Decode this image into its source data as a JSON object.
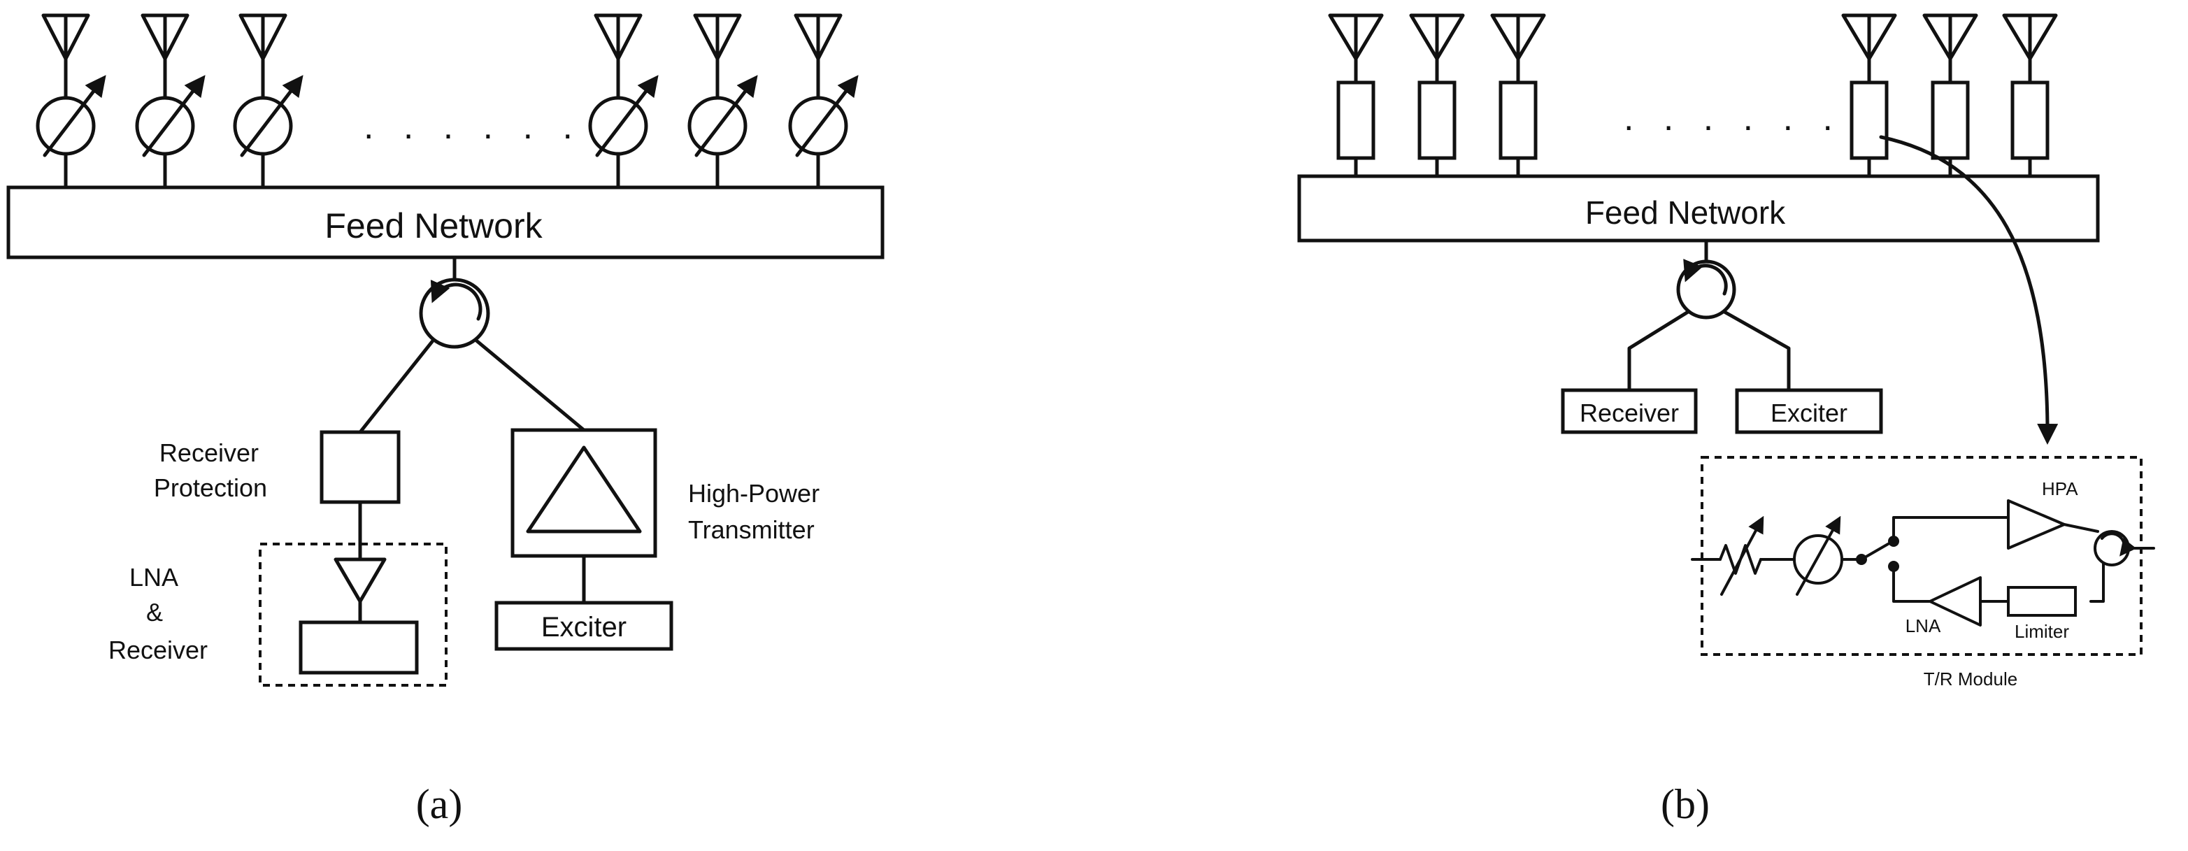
{
  "panel_a": {
    "feed_network": "Feed Network",
    "ellipsis": ". . . . . .",
    "receiver_protection": [
      "Receiver",
      "Protection"
    ],
    "lna_receiver": [
      "LNA",
      "&",
      "Receiver"
    ],
    "high_power_transmitter": [
      "High-Power",
      "Transmitter"
    ],
    "exciter": "Exciter",
    "caption": "(a)"
  },
  "panel_b": {
    "feed_network": "Feed Network",
    "ellipsis": ". . . . . .",
    "receiver": "Receiver",
    "exciter": "Exciter",
    "hpa": "HPA",
    "lna": "LNA",
    "limiter": "Limiter",
    "module": "T/R Module",
    "caption": "(b)"
  }
}
